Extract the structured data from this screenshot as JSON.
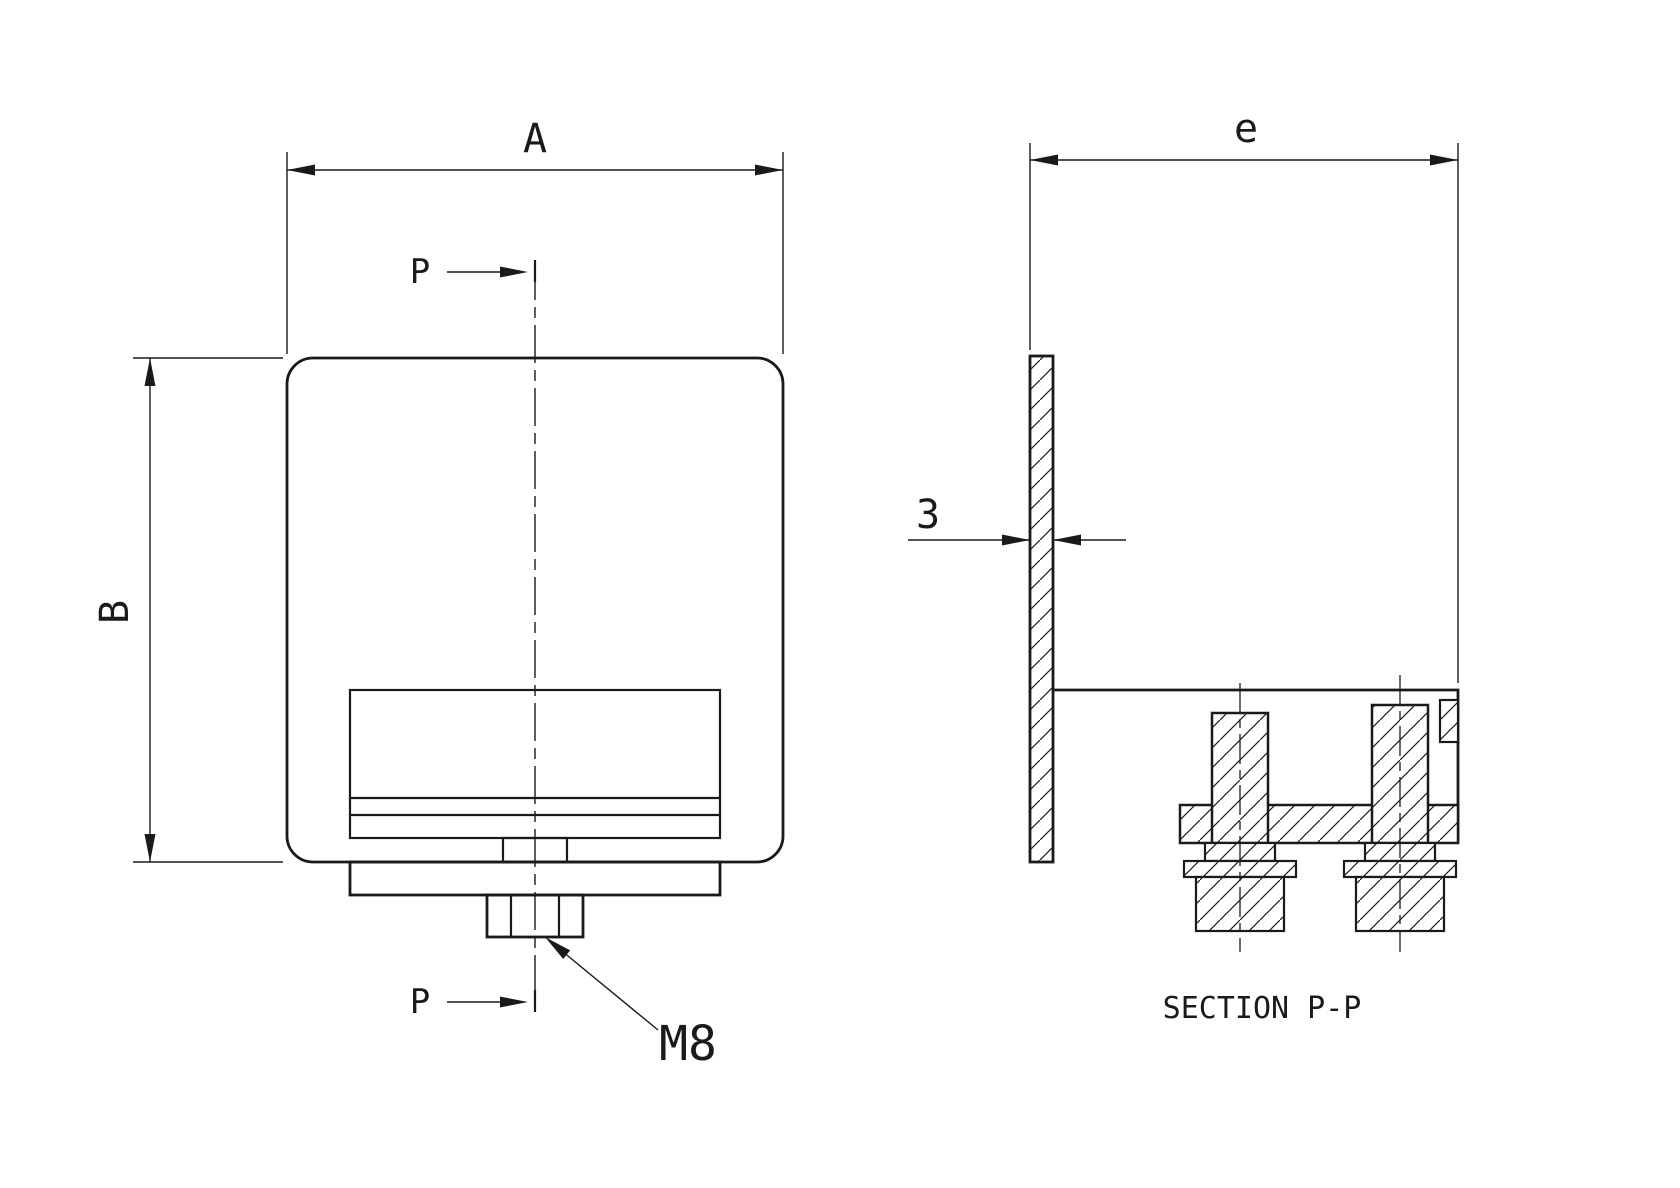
{
  "drawing": {
    "front_view": {
      "dim_a": "A",
      "dim_b": "B",
      "section_p_top": "P",
      "section_p_bottom": "P",
      "thread_callout": "M8"
    },
    "section_view": {
      "dim_e": "e",
      "dim_thickness": "3",
      "caption": "SECTION P-P"
    },
    "colors": {
      "line": "#1a1a1a",
      "background": "#ffffff"
    }
  }
}
